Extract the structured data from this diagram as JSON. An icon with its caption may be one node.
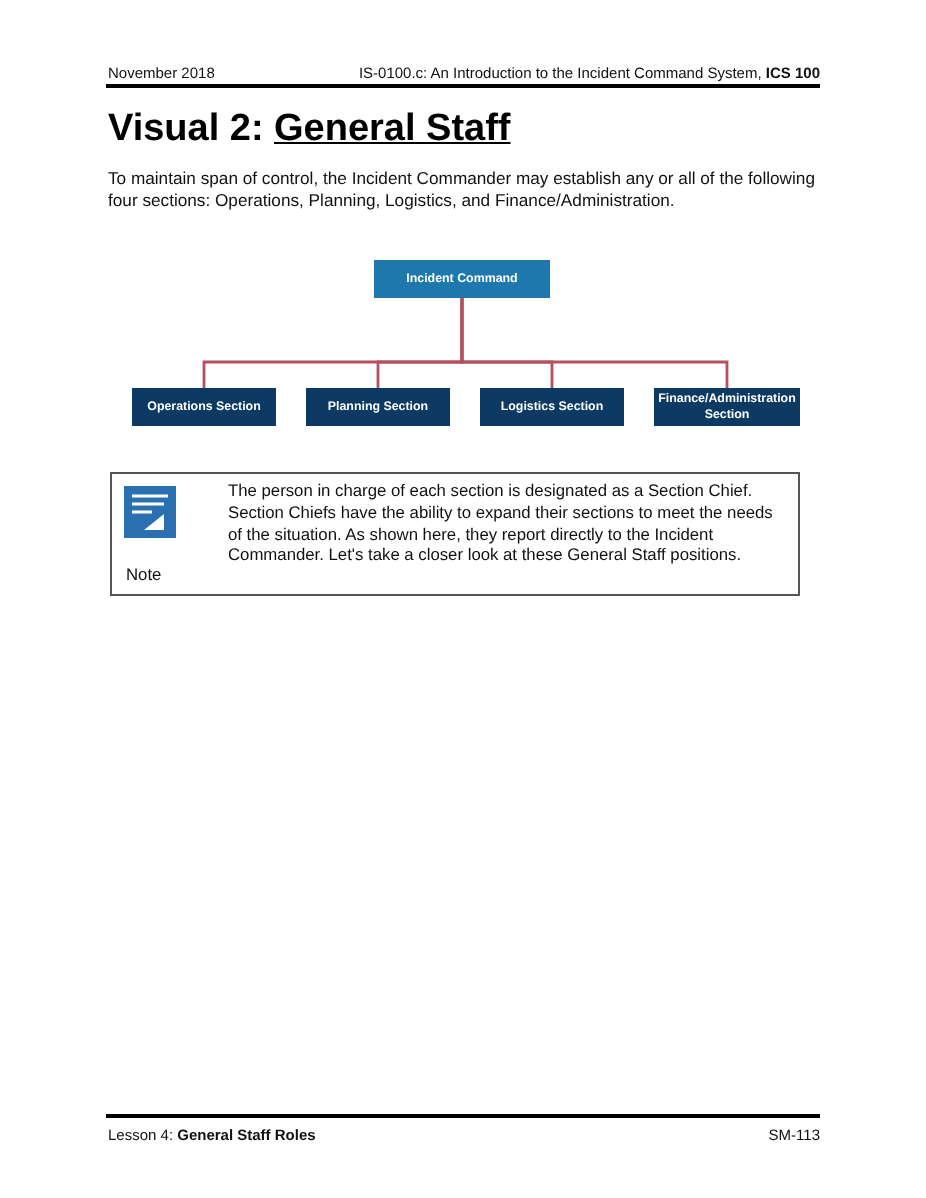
{
  "diagram": {
    "title": "General Staff",
    "nodes": [
      {
        "text": [
          "Incident Command"
        ]
      },
      {
        "text": [
          "Operations Section"
        ]
      },
      {
        "text": [
          "Planning Section"
        ]
      },
      {
        "text": [
          "Logistics Section"
        ]
      },
      {
        "text": [
          "Finance/Administration Section"
        ]
      },
      {
        "text": [
          "Note",
          "The person in charge of each section is designated as a Section Chief. Section Chiefs have the ability to expand their sections to meet the needs of the situation. As shown here, they report directly to the Incident Commander. Let's take a closer look at these General Staff positions."
        ]
      }
    ],
    "edges": [
      {
        "from": 0,
        "to": 1,
        "arrow": "none"
      },
      {
        "from": 0,
        "to": 2,
        "arrow": "none"
      },
      {
        "from": 0,
        "to": 3,
        "arrow": "none"
      },
      {
        "from": 0,
        "to": 4,
        "arrow": "none"
      }
    ],
    "labels": [
      "November 2018",
      "IS-0100.c: An Introduction to the Incident Command System, **ICS 100**",
      "Visual 2:",
      "To maintain span of control, the Incident Commander may establish any or all of the following four sections: Operations, Planning, Logistics, and Finance/Administration.",
      "Lesson 4: **General Staff Roles**",
      "SM-113"
    ]
  }
}
